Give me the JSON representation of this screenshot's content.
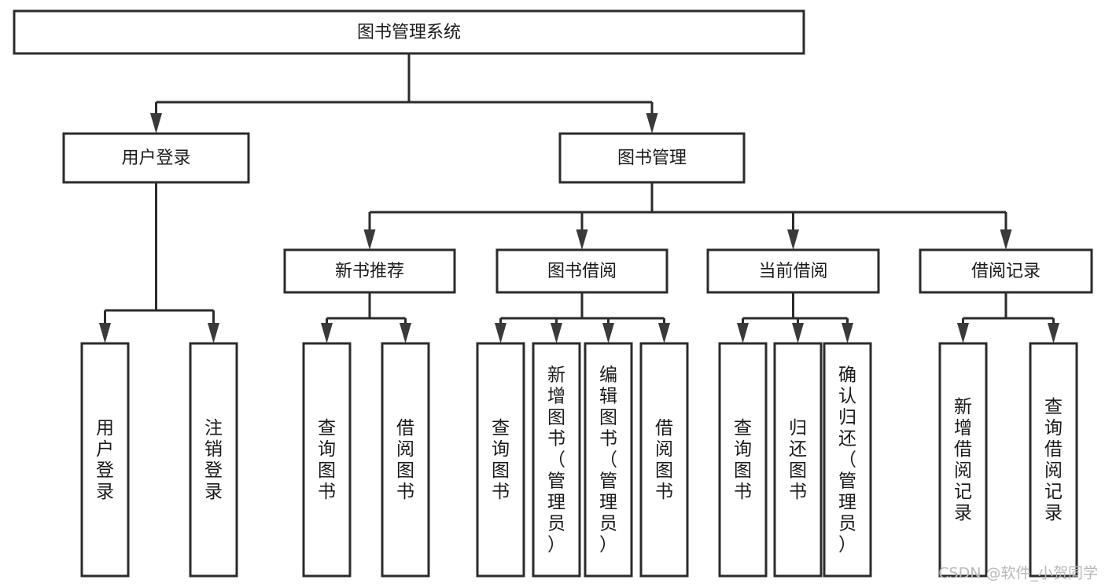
{
  "diagram": {
    "title": "图书管理系统",
    "type": "hierarchy-tree",
    "orientation": "top-down",
    "watermark": "CSDN @软件_小贺同学",
    "colors": {
      "box_stroke": "#2b2b2b",
      "box_fill": "#ffffff",
      "connector": "#2b2b2b",
      "arrow": "#3a3a3a",
      "label": "#1a1a1a",
      "watermark": "#b9b9b9",
      "background": "#ffffff"
    },
    "nodes": {
      "root": {
        "label": "图书管理系统",
        "level": 0,
        "orientation": "horizontal"
      },
      "user_login": {
        "label": "用户登录",
        "level": 1,
        "orientation": "horizontal"
      },
      "book_manage": {
        "label": "图书管理",
        "level": 1,
        "orientation": "horizontal"
      },
      "new_book_rec": {
        "label": "新书推荐",
        "level": 2,
        "orientation": "horizontal"
      },
      "book_borrow": {
        "label": "图书借阅",
        "level": 2,
        "orientation": "horizontal"
      },
      "current_borrow": {
        "label": "当前借阅",
        "level": 2,
        "orientation": "horizontal"
      },
      "borrow_record": {
        "label": "借阅记录",
        "level": 2,
        "orientation": "horizontal"
      },
      "leaf_user_login": {
        "label": "用户登录",
        "level": 2,
        "orientation": "vertical"
      },
      "leaf_user_logout": {
        "label": "注销登录",
        "level": 2,
        "orientation": "vertical"
      },
      "leaf_rec_query": {
        "label": "查询图书",
        "level": 3,
        "orientation": "vertical"
      },
      "leaf_rec_borrow": {
        "label": "借阅图书",
        "level": 3,
        "orientation": "vertical"
      },
      "leaf_borrow_query": {
        "label": "查询图书",
        "level": 3,
        "orientation": "vertical"
      },
      "leaf_book_add": {
        "label": "新增图书（管理员）",
        "level": 3,
        "orientation": "vertical"
      },
      "leaf_book_edit": {
        "label": "编辑图书（管理员）",
        "level": 3,
        "orientation": "vertical"
      },
      "leaf_book_borrow": {
        "label": "借阅图书",
        "level": 3,
        "orientation": "vertical"
      },
      "leaf_cur_query": {
        "label": "查询图书",
        "level": 3,
        "orientation": "vertical"
      },
      "leaf_cur_return": {
        "label": "归还图书",
        "level": 3,
        "orientation": "vertical"
      },
      "leaf_cur_confirm": {
        "label": "确认归还（管理员）",
        "level": 3,
        "orientation": "vertical"
      },
      "leaf_rec_add": {
        "label": "新增借阅记录",
        "level": 3,
        "orientation": "vertical"
      },
      "leaf_rec_search": {
        "label": "查询借阅记录",
        "level": 3,
        "orientation": "vertical"
      }
    },
    "edges": [
      {
        "from": "root",
        "to": "user_login"
      },
      {
        "from": "root",
        "to": "book_manage"
      },
      {
        "from": "user_login",
        "to": "leaf_user_login"
      },
      {
        "from": "user_login",
        "to": "leaf_user_logout"
      },
      {
        "from": "book_manage",
        "to": "new_book_rec"
      },
      {
        "from": "book_manage",
        "to": "book_borrow"
      },
      {
        "from": "book_manage",
        "to": "current_borrow"
      },
      {
        "from": "book_manage",
        "to": "borrow_record"
      },
      {
        "from": "new_book_rec",
        "to": "leaf_rec_query"
      },
      {
        "from": "new_book_rec",
        "to": "leaf_rec_borrow"
      },
      {
        "from": "book_borrow",
        "to": "leaf_borrow_query"
      },
      {
        "from": "book_borrow",
        "to": "leaf_book_add"
      },
      {
        "from": "book_borrow",
        "to": "leaf_book_edit"
      },
      {
        "from": "book_borrow",
        "to": "leaf_book_borrow"
      },
      {
        "from": "current_borrow",
        "to": "leaf_cur_query"
      },
      {
        "from": "current_borrow",
        "to": "leaf_cur_return"
      },
      {
        "from": "current_borrow",
        "to": "leaf_cur_confirm"
      },
      {
        "from": "borrow_record",
        "to": "leaf_rec_add"
      },
      {
        "from": "borrow_record",
        "to": "leaf_rec_search"
      }
    ]
  }
}
